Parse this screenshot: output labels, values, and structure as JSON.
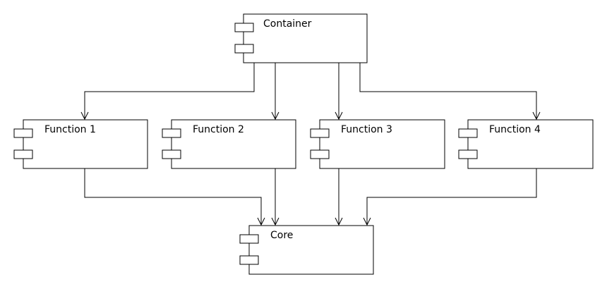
{
  "diagram": {
    "nodes": {
      "container": {
        "label": "Container"
      },
      "function_1": {
        "label": "Function 1"
      },
      "function_2": {
        "label": "Function 2"
      },
      "function_3": {
        "label": "Function 3"
      },
      "function_4": {
        "label": "Function 4"
      },
      "core": {
        "label": "Core"
      }
    },
    "edges": [
      {
        "from": "container",
        "to": "function_1"
      },
      {
        "from": "container",
        "to": "function_2"
      },
      {
        "from": "container",
        "to": "function_3"
      },
      {
        "from": "container",
        "to": "function_4"
      },
      {
        "from": "function_1",
        "to": "core"
      },
      {
        "from": "function_2",
        "to": "core"
      },
      {
        "from": "function_3",
        "to": "core"
      },
      {
        "from": "function_4",
        "to": "core"
      }
    ]
  }
}
